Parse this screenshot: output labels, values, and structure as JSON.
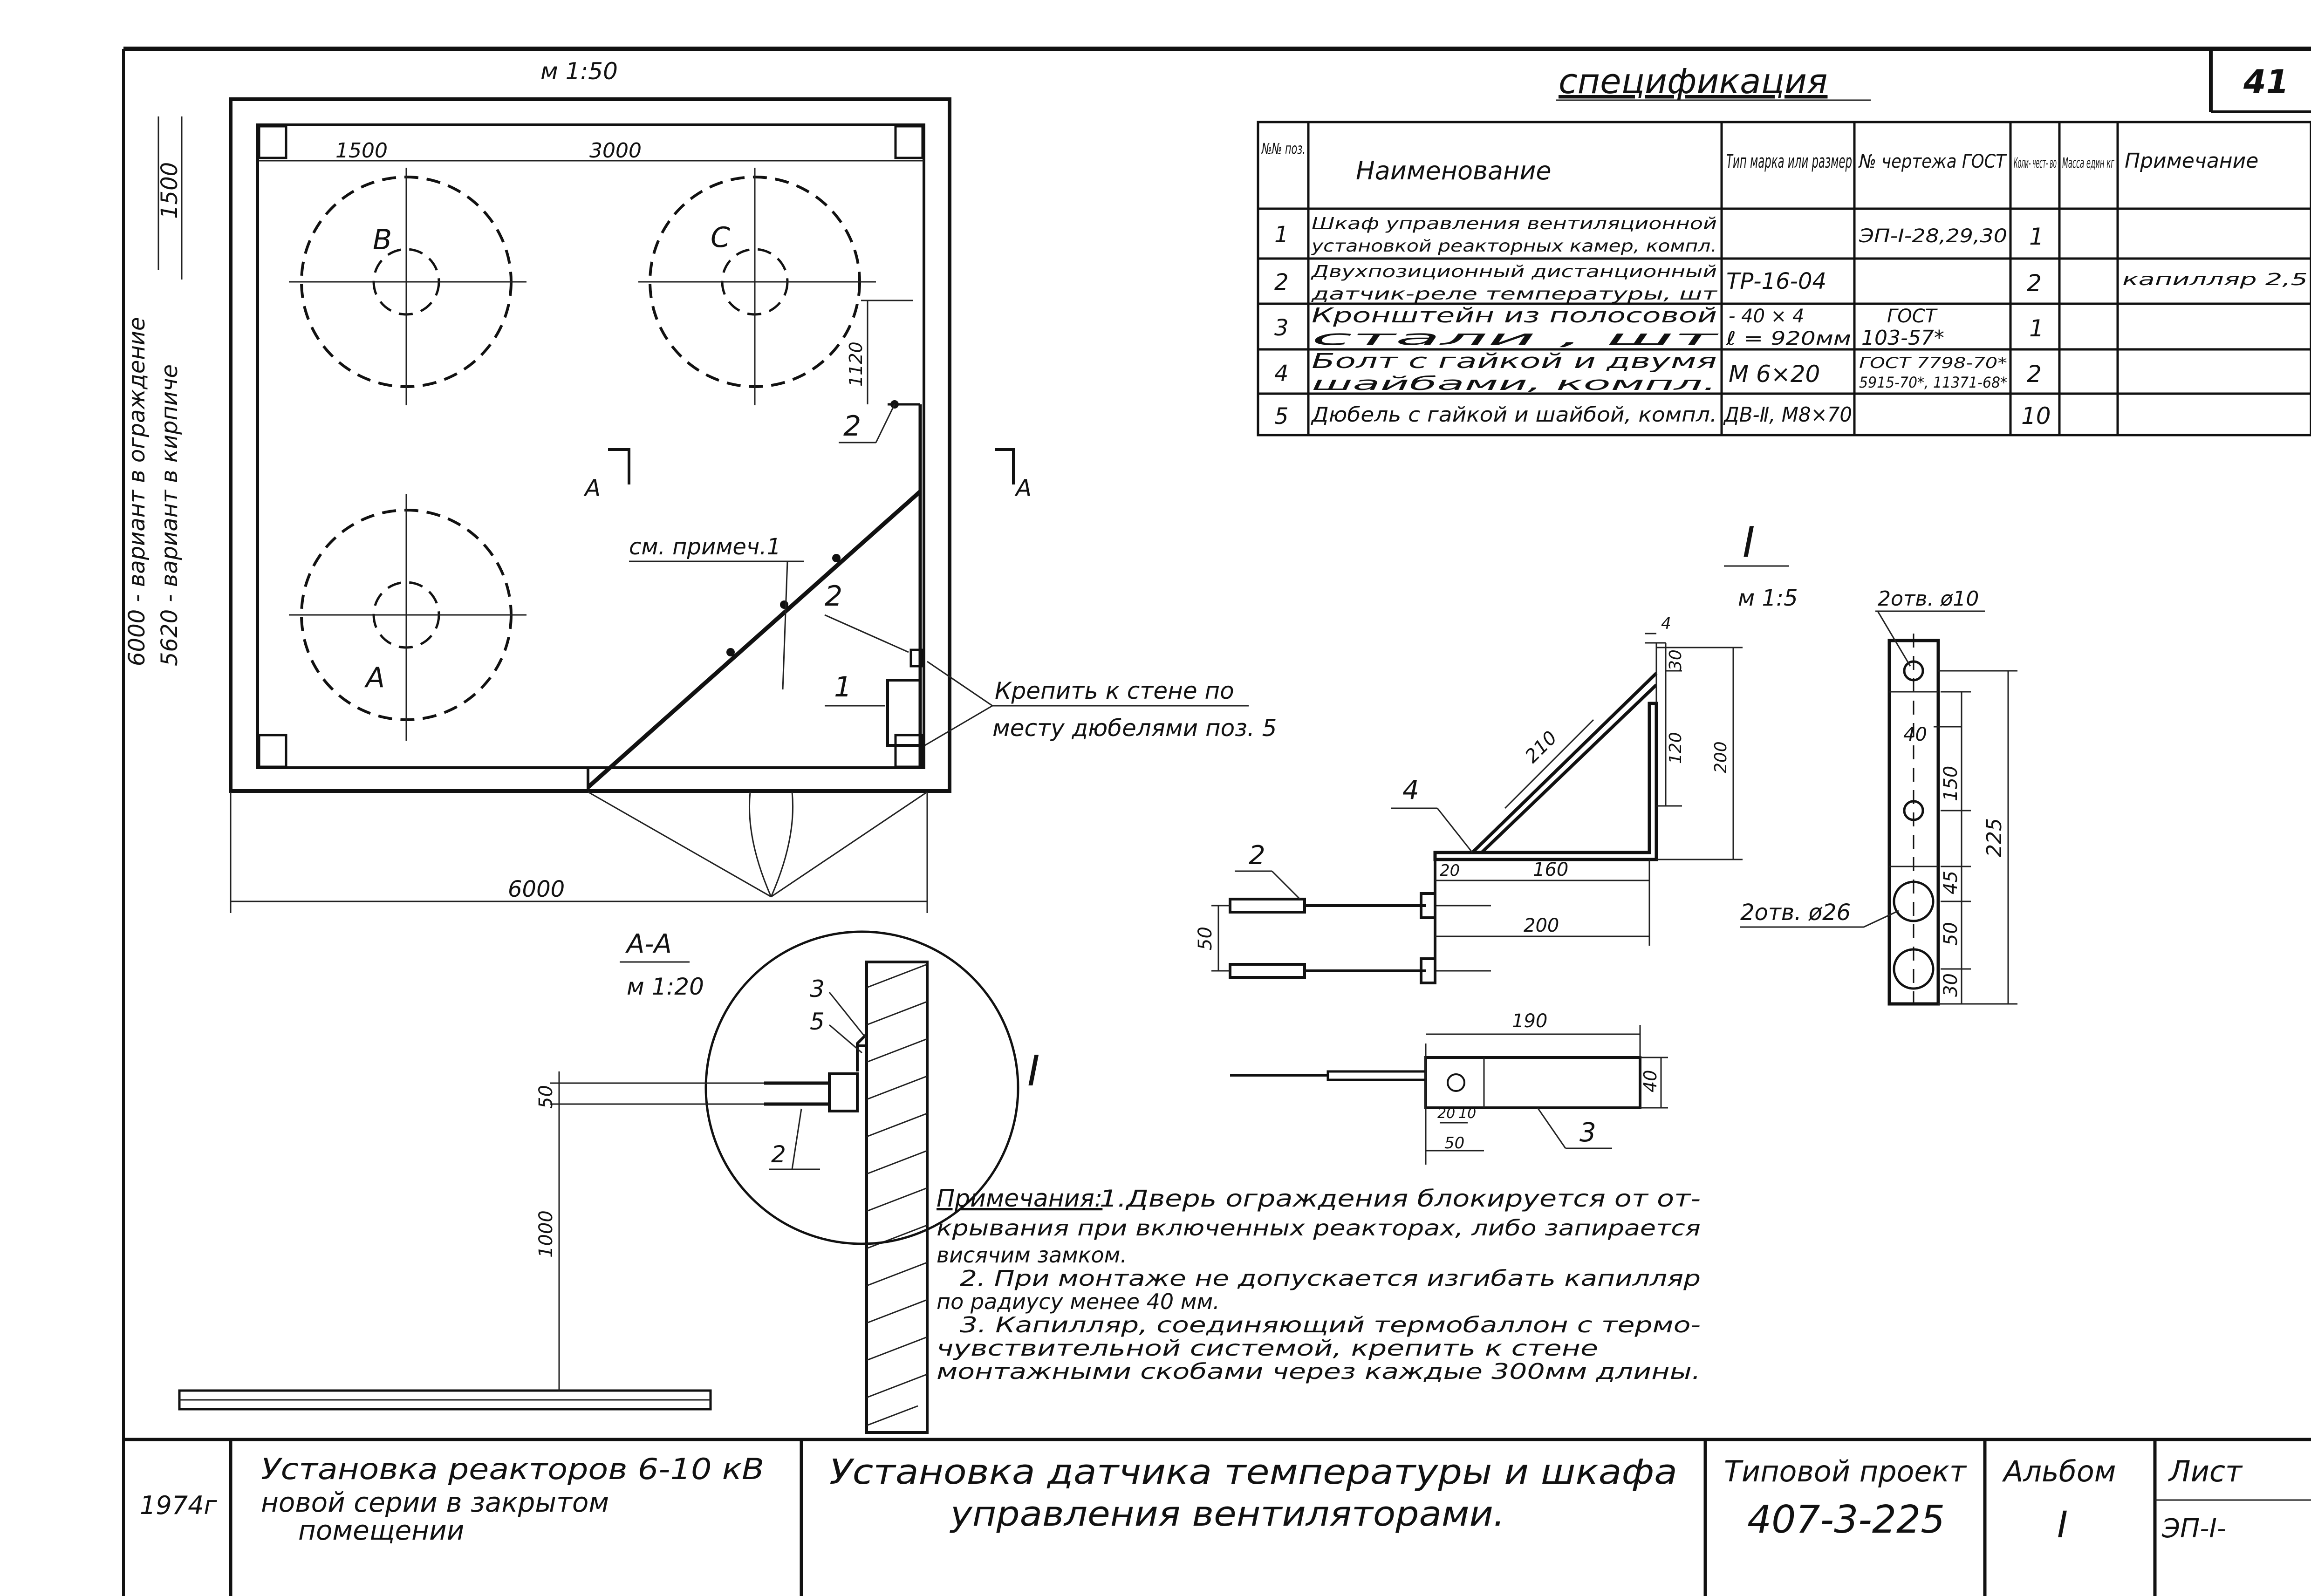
{
  "sheet": {
    "number": "41"
  },
  "plan": {
    "scale": "м 1:50",
    "dim_top_1": "1500",
    "dim_top_2": "3000",
    "dim_bottom": "6000",
    "dim_right": "1120",
    "reactors": [
      "В",
      "С",
      "А"
    ],
    "note_ref": "см. примеч.1",
    "section_marks": [
      "А",
      "А"
    ],
    "callouts": [
      "2",
      "2",
      "1"
    ],
    "fix_note_1": "Крепить к стене по",
    "fix_note_2": "месту дюбелями поз. 5"
  },
  "left_margin": {
    "note_1": "6000 - вариант в ограждение",
    "note_2": "5620 - вариант в кирпиче",
    "dim": "1500",
    "year": "1974г"
  },
  "section": {
    "title": "А-А",
    "scale": "м 1:20",
    "dim_50": "50",
    "dim_1000": "1000",
    "callouts": [
      "3",
      "5",
      "2"
    ],
    "detail_mark": "I"
  },
  "detail": {
    "title": "I",
    "scale": "м 1:5",
    "dims": {
      "d4": "4",
      "d30": "30",
      "d120": "120",
      "d200": "200",
      "d210": "210",
      "d20": "20",
      "d160": "160",
      "d200b": "200",
      "d50": "50",
      "d190": "190",
      "d40": "40",
      "d20b": "20",
      "d10": "10",
      "d50b": "50"
    },
    "callouts": [
      "4",
      "2",
      "3"
    ],
    "holes_small": "2отв. ø10",
    "holes_big": "2отв. ø26",
    "side_dims": [
      "40",
      "150",
      "45",
      "50",
      "30",
      "225"
    ]
  },
  "spec": {
    "title": "спецификация",
    "headers": {
      "pos": "№№ поз.",
      "name": "Наименование",
      "type": "Тип марка или размер",
      "drawing": "№ чертежа ГОСТ",
      "qty": "Коли- чест- во",
      "mass": "Масса един кг",
      "note": "Примечание"
    },
    "rows": [
      {
        "pos": "1",
        "name_1": "Шкаф управления вентиляционной",
        "name_2": "установкой реакторных камер, компл.",
        "type_1": "",
        "type_2": "",
        "drawing_1": "ЭП-I-28,29,30",
        "drawing_2": "",
        "qty": "1",
        "note": ""
      },
      {
        "pos": "2",
        "name_1": "Двухпозиционный дистанционный",
        "name_2": "датчик-реле температуры, шт",
        "type_1": "ТР-16-04",
        "type_2": "",
        "drawing_1": "",
        "drawing_2": "",
        "qty": "2",
        "note": "капилляр 2,5"
      },
      {
        "pos": "3",
        "name_1": "Кронштейн из полосовой",
        "name_2": "стали , шт",
        "type_1": "- 40 × 4",
        "type_2": "ℓ = 920мм",
        "drawing_1": "ГОСТ",
        "drawing_2": "103-57*",
        "qty": "1",
        "note": ""
      },
      {
        "pos": "4",
        "name_1": "Болт с гайкой и двумя",
        "name_2": "шайбами, компл.",
        "type_1": "М 6×20",
        "type_2": "",
        "drawing_1": "ГОСТ 7798-70*",
        "drawing_2": "5915-70*, 11371-68*",
        "qty": "2",
        "note": ""
      },
      {
        "pos": "5",
        "name_1": "Дюбель с гайкой и шайбой, компл.",
        "name_2": "",
        "type_1": "ДВ-Ⅱ, М8×70",
        "type_2": "",
        "drawing_1": "",
        "drawing_2": "",
        "qty": "10",
        "note": ""
      }
    ]
  },
  "notes": {
    "label": "Примечания:",
    "lines": [
      "1.Дверь ограждения блокируется от от-",
      "крывания при включенных реакторах, либо запирается",
      "висячим замком.",
      "2. При монтаже не допускается изгибать капилляр",
      "по радиусу менее 40 мм.",
      "3. Капилляр, соединяющий термобаллон с термо-",
      "чувствительной системой, крепить к стене",
      "монтажными скобами через каждые 300мм длины."
    ]
  },
  "title_block": {
    "year": "1974г",
    "subject_1": "Установка реакторов 6-10 кВ",
    "subject_2": "новой серии в закрытом",
    "subject_3": "помещении",
    "sheet_title_1": "Установка датчика температуры и шкафа",
    "sheet_title_2": "управления вентиляторами.",
    "project_label": "Типовой проект",
    "project_no": "407-3-225",
    "album_label": "Альбом",
    "album_no": "I",
    "sheet_label": "Лист",
    "sheet_code": "ЭП-I-"
  }
}
